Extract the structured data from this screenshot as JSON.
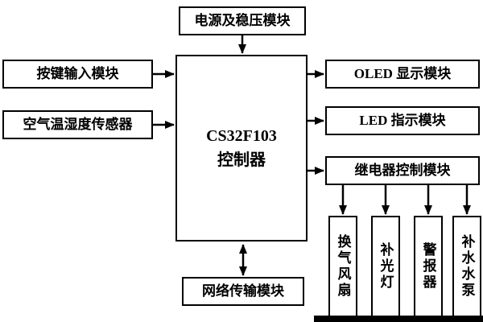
{
  "diagram": {
    "type": "block-diagram",
    "nodes": {
      "power": "电源及稳压模块",
      "controller_line1": "CS32F103",
      "controller_line2": "控制器",
      "key_input": "按键输入模块",
      "air_sensor": "空气温湿度传感器",
      "oled": "OLED 显示模块",
      "led": "LED 指示模块",
      "relay": "继电器控制模块",
      "fan": "换气风扇",
      "fill_light": "补光灯",
      "alarm": "警报器",
      "pump": "补水水泵",
      "network": "网络传输模块"
    },
    "edges": [
      {
        "from": "power",
        "to": "controller",
        "direction": "down"
      },
      {
        "from": "key_input",
        "to": "controller",
        "direction": "right"
      },
      {
        "from": "air_sensor",
        "to": "controller",
        "direction": "right"
      },
      {
        "from": "controller",
        "to": "oled",
        "direction": "right"
      },
      {
        "from": "controller",
        "to": "led",
        "direction": "right"
      },
      {
        "from": "controller",
        "to": "relay",
        "direction": "right"
      },
      {
        "from": "relay",
        "to": "fan",
        "direction": "down"
      },
      {
        "from": "relay",
        "to": "fill_light",
        "direction": "down"
      },
      {
        "from": "relay",
        "to": "alarm",
        "direction": "down"
      },
      {
        "from": "relay",
        "to": "pump",
        "direction": "down"
      },
      {
        "from": "controller",
        "to": "network",
        "direction": "both"
      }
    ],
    "colors": {
      "line": "#000000",
      "box_fill": "#ffffff",
      "background": "#ffffff",
      "bottom_bar": "#000000"
    }
  }
}
